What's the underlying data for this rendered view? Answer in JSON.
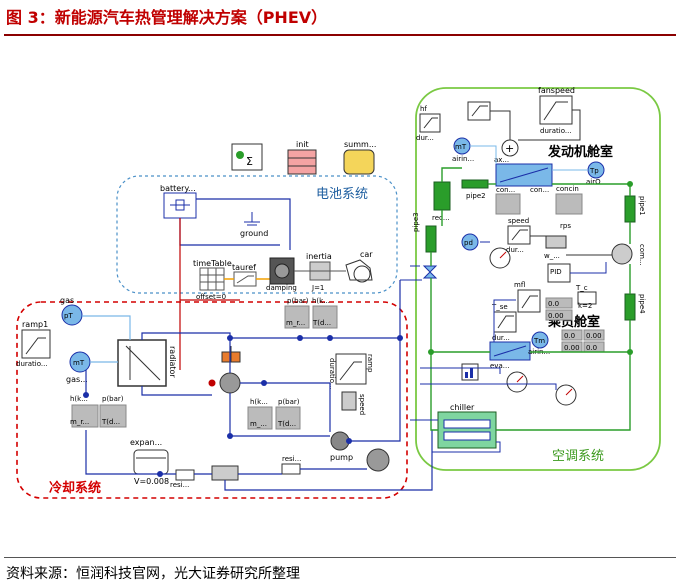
{
  "figure_title": "图 3：新能源汽车热管理解决方案（PHEV）",
  "source_note": "资料来源：恒润科技官网，光大证券研究所整理",
  "regions": {
    "battery": "电池系统",
    "cooling": "冷却系统",
    "ac": "空调系统",
    "engine_cabin": "发动机舱室",
    "passenger_cabin": "乘员舱室"
  },
  "blocks": {
    "battery": "battery...",
    "ground": "ground",
    "timetable": "timeTable",
    "tauref": "tauref",
    "offset": "offset=0",
    "damping": "damping",
    "inertia": "inertia",
    "inertia_j": "J=1",
    "car": "car",
    "init": "init",
    "summary": "summ...",
    "gas": "gas",
    "ramp1": "ramp1",
    "duration1": "duratio...",
    "mT_gas": "mT",
    "gas2": "gas...",
    "radiator": "radiator",
    "hk1": "h(k...",
    "pbar1": "p(bar)",
    "mr1": "m_r...",
    "Tc1": "T(d...",
    "pbar2": "p(bar)",
    "hk2": "h(k...",
    "mr2": "m_r...",
    "Td2": "T(d...",
    "hk3": "h(k...",
    "pbar3": "p(bar)",
    "mr3": "m_...",
    "Td3": "T(d...",
    "ramp": "ramp",
    "duratio": "duratio...",
    "speed": "speed",
    "pump": "pump",
    "expan": "expan...",
    "vol": "V=0.008",
    "resi1": "resi...",
    "resi2": "resi...",
    "hf": "hf",
    "du": "dur...",
    "mT": "mT",
    "airin": "airin...",
    "fanspeed": "fanspeed",
    "durationfan": "duratio...",
    "ax": "ax...",
    "Tp": "Tp",
    "airO": "airO",
    "con1": "con...",
    "con2": "con...",
    "concin": "concin",
    "pipe2": "pipe2",
    "rec": "rec...",
    "pipe3": "pipe3",
    "pipe1": "pipe1",
    "pipe4": "pipe4",
    "speed2": "speed",
    "rps": "rps",
    "dur2": "dur...",
    "w": "w_...",
    "pd": "pd",
    "com": "com...",
    "pid": "PID",
    "Tc": "T_c",
    "k2": "k=2",
    "mfl": "mfl",
    "Tse": "T_se",
    "dur3": "dur...",
    "Tm": "Tm",
    "airin2": "airin...",
    "eva": "eva...",
    "chiller": "chiller",
    "zero1": "0.0",
    "zero2": "0.00",
    "zero3": "0.00",
    "zero4": "0.0",
    "zero5": "0.0",
    "zero6": "0.00"
  }
}
